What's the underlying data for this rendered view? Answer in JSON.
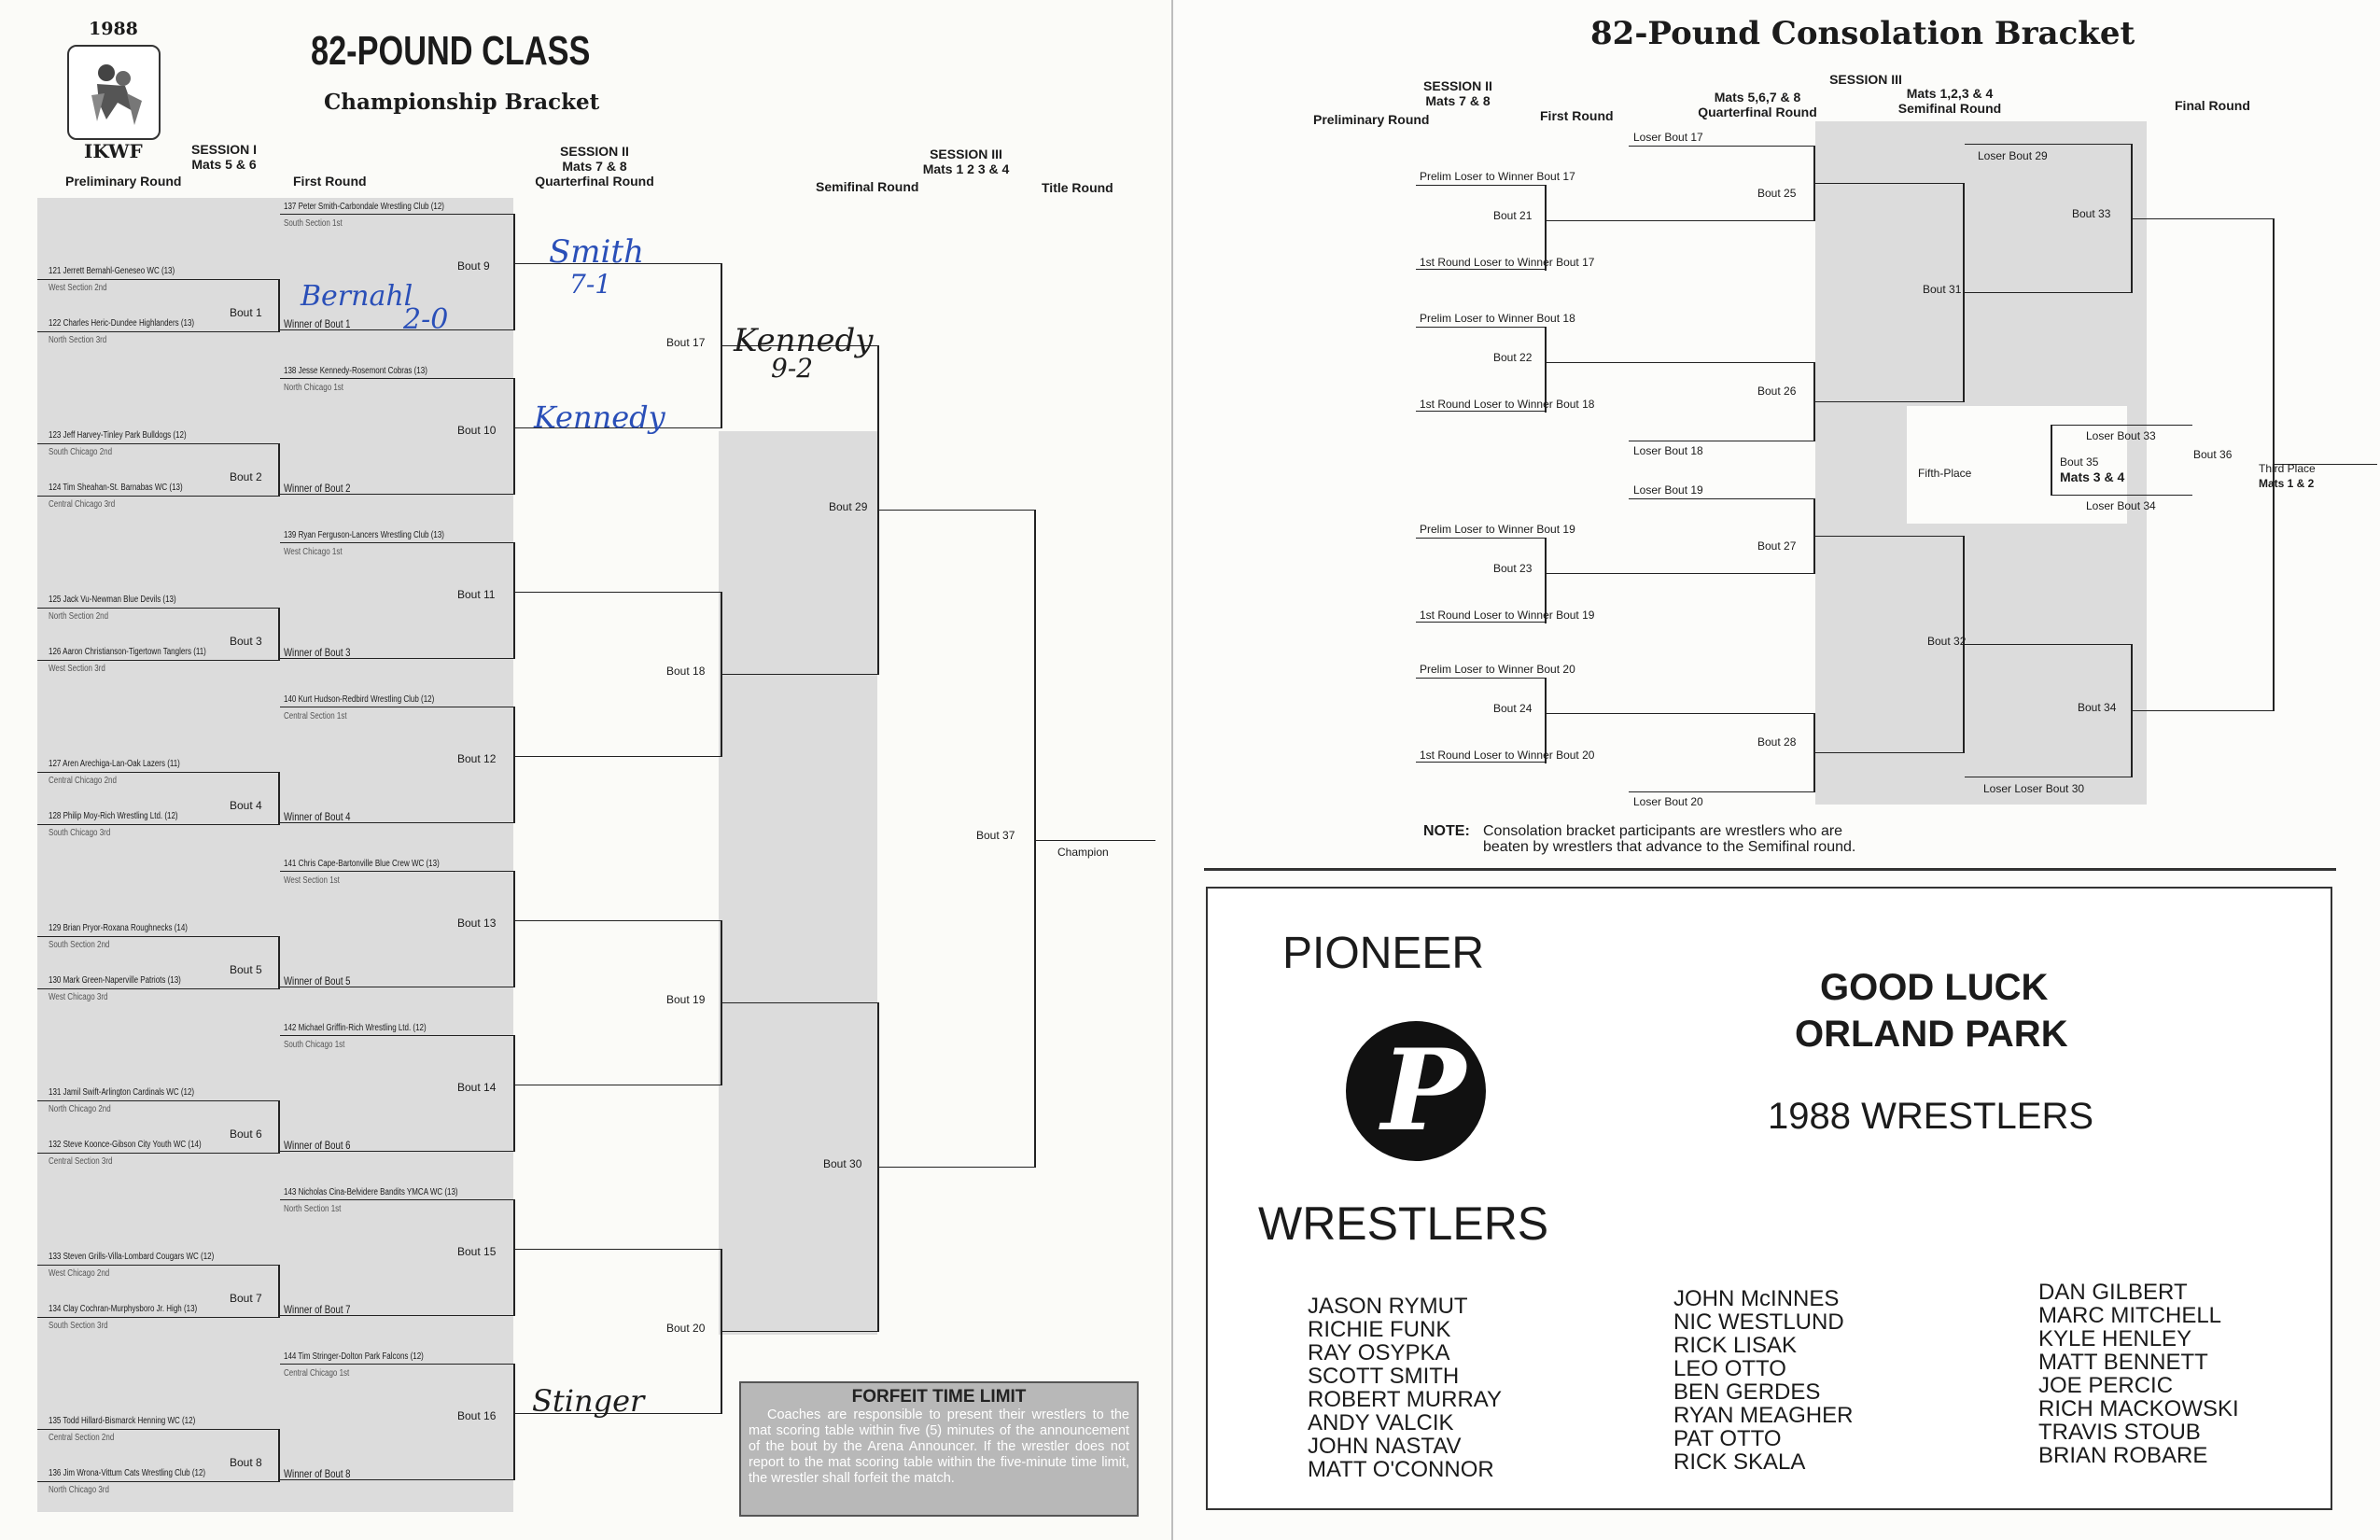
{
  "left_page": {
    "year": "1988",
    "org": "IKWF",
    "title": "82-POUND CLASS",
    "subtitle": "Championship Bracket",
    "headers": {
      "session1": "SESSION I",
      "session1_mats": "Mats 5 & 6",
      "prelim": "Preliminary Round",
      "first": "First Round",
      "session2": "SESSION II",
      "session2_mats": "Mats 7 & 8",
      "quarter": "Quarterfinal Round",
      "session3": "SESSION III",
      "session3_mats": "Mats 1 2 3 & 4",
      "semi": "Semifinal Round",
      "title_round": "Title Round"
    },
    "first_round_seeds": [
      {
        "name": "137 Peter Smith-Carbondale Wrestling Club (12)",
        "section": "South Section 1st",
        "bout": "Bout  9"
      },
      {
        "name": "138 Jesse Kennedy-Rosemont Cobras (13)",
        "section": "North Chicago 1st",
        "bout": "Bout 10"
      },
      {
        "name": "139 Ryan Ferguson-Lancers Wrestling Club (13)",
        "section": "West Chicago 1st",
        "bout": "Bout 11"
      },
      {
        "name": "140 Kurt Hudson-Redbird Wrestling Club (12)",
        "section": "Central Section 1st",
        "bout": "Bout 12"
      },
      {
        "name": "141 Chris Cape-Bartonville Blue Crew WC (13)",
        "section": "West Section 1st",
        "bout": "Bout 13"
      },
      {
        "name": "142 Michael Griffin-Rich Wrestling Ltd. (12)",
        "section": "South Chicago 1st",
        "bout": "Bout 14"
      },
      {
        "name": "143 Nicholas Cina-Belvidere Bandits YMCA WC (13)",
        "section": "North Section 1st",
        "bout": "Bout 15"
      },
      {
        "name": "144 Tim Stringer-Dolton Park Falcons (12)",
        "section": "Central Chicago 1st",
        "bout": "Bout 16"
      }
    ],
    "prelims": [
      {
        "a": "121 Jerrett Bernahl-Geneseo WC (13)",
        "a_sec": "West Section 2nd",
        "b": "122 Charles Heric-Dundee Highlanders (13)",
        "b_sec": "North Section 3rd",
        "bout": "Bout 1",
        "winner": "Winner of Bout 1"
      },
      {
        "a": "123 Jeff Harvey-Tinley Park Bulldogs (12)",
        "a_sec": "South Chicago 2nd",
        "b": "124 Tim Sheahan-St. Barnabas WC (13)",
        "b_sec": "Central Chicago 3rd",
        "bout": "Bout 2",
        "winner": "Winner of Bout 2"
      },
      {
        "a": "125 Jack Vu-Newman Blue Devils (13)",
        "a_sec": "North Section 2nd",
        "b": "126 Aaron Christianson-Tigertown Tanglers (11)",
        "b_sec": "West Section 3rd",
        "bout": "Bout 3",
        "winner": "Winner of Bout 3"
      },
      {
        "a": "127 Aren Arechiga-Lan-Oak Lazers (11)",
        "a_sec": "Central Chicago 2nd",
        "b": "128 Philip Moy-Rich Wrestling Ltd. (12)",
        "b_sec": "South Chicago 3rd",
        "bout": "Bout 4",
        "winner": "Winner of Bout 4"
      },
      {
        "a": "129 Brian Pryor-Roxana Roughnecks (14)",
        "a_sec": "South Section 2nd",
        "b": "130 Mark Green-Naperville Patriots (13)",
        "b_sec": "West Chicago 3rd",
        "bout": "Bout 5",
        "winner": "Winner of Bout 5"
      },
      {
        "a": "131 Jamil Swift-Arlington Cardinals WC (12)",
        "a_sec": "North Chicago 2nd",
        "b": "132 Steve Koonce-Gibson City Youth WC (14)",
        "b_sec": "Central Section 3rd",
        "bout": "Bout 6",
        "winner": "Winner of Bout 6"
      },
      {
        "a": "133 Steven Grills-Villa-Lombard Cougars WC (12)",
        "a_sec": "West Chicago 2nd",
        "b": "134 Clay Cochran-Murphysboro Jr. High (13)",
        "b_sec": "South Section 3rd",
        "bout": "Bout 7",
        "winner": "Winner of Bout 7"
      },
      {
        "a": "135 Todd Hillard-Bismarck Henning WC (12)",
        "a_sec": "Central Section 2nd",
        "b": "136 Jim Wrona-Vittum Cats Wrestling Club (12)",
        "b_sec": "North Chicago 3rd",
        "bout": "Bout 8",
        "winner": "Winner of Bout 8"
      }
    ],
    "quarter_bouts": [
      "Bout 17",
      "Bout 18",
      "Bout 19",
      "Bout 20"
    ],
    "semi_bouts": [
      "Bout 29",
      "Bout 30"
    ],
    "final_bout": "Bout 37",
    "champion": "Champion",
    "handwriting": {
      "bernahl": "Bernahl",
      "score1": "2-0",
      "smith": "Smith",
      "score2": "7-1",
      "kennedy_q": "Kennedy",
      "kennedy_s": "Kennedy",
      "score3": "9-2",
      "stinger": "Stinger"
    },
    "forfeit": {
      "title": "FORFEIT TIME LIMIT",
      "body": "Coaches are responsible to present their wrestlers to the mat scoring table within five (5) minutes of the announcement of the bout by the Arena Announcer. If the wrestler does not report to the mat scoring table within the five-minute time limit, the wrestler shall forfeit the match."
    }
  },
  "right_page": {
    "title": "82-Pound Consolation Bracket",
    "headers": {
      "session2": "SESSION II",
      "session2_mats": "Mats 7 & 8",
      "prelim": "Preliminary Round",
      "first": "First Round",
      "session3": "SESSION III",
      "mats_q": "Mats 5,6,7 & 8",
      "quarter": "Quarterfinal Round",
      "mats_s": "Mats 1,2,3 & 4",
      "semi": "Semifinal Round",
      "final": "Final Round"
    },
    "groups": [
      {
        "prelim": "Prelim Loser to Winner Bout 17",
        "bout_a": "Bout 21",
        "first_loser": "1st Round Loser to Winner Bout 17",
        "loser": "Loser Bout 17",
        "bout_b": "Bout 25"
      },
      {
        "prelim": "Prelim Loser to Winner Bout 18",
        "bout_a": "Bout 22",
        "first_loser": "1st Round Loser to Winner Bout 18",
        "loser": "Loser Bout 18",
        "bout_b": "Bout 26"
      },
      {
        "prelim": "Prelim Loser to Winner Bout 19",
        "bout_a": "Bout 23",
        "first_loser": "1st Round Loser to Winner Bout 19",
        "loser": "Loser Bout 19",
        "bout_b": "Bout 27"
      },
      {
        "prelim": "Prelim Loser to Winner Bout 20",
        "bout_a": "Bout 24",
        "first_loser": "1st Round Loser to Winner Bout 20",
        "loser": "Loser Bout 20",
        "bout_b": "Bout 28"
      }
    ],
    "bout31": "Bout 31",
    "bout32": "Bout 32",
    "loser29": "Loser Bout 29",
    "bout33": "Bout 33",
    "bout34": "Bout 34",
    "loser30": "Loser Loser Bout 30",
    "fifth": "Fifth-Place",
    "loser33": "Loser Bout 33",
    "bout35": "Bout 35",
    "mats34": "Mats 3 & 4",
    "loser34": "Loser Bout 34",
    "bout36": "Bout 36",
    "third": "Third Place",
    "mats12": "Mats 1 & 2",
    "note_label": "NOTE:",
    "note": "Consolation bracket participants are wrestlers who are",
    "note2": "beaten by wrestlers that advance to the Semifinal round.",
    "ad": {
      "pioneer": "PIONEER",
      "logo_letter": "P",
      "wrestlers": "WRESTLERS",
      "good_luck": "GOOD LUCK",
      "orland": "ORLAND PARK",
      "year_wrestlers": "1988 WRESTLERS",
      "col1": [
        "JASON RYMUT",
        "RICHIE FUNK",
        "RAY OSYPKA",
        "SCOTT SMITH",
        "ROBERT MURRAY",
        "ANDY VALCIK",
        "JOHN NASTAV",
        "MATT O'CONNOR"
      ],
      "col2": [
        "JOHN McINNES",
        "NIC WESTLUND",
        "RICK LISAK",
        "LEO OTTO",
        "BEN GERDES",
        "RYAN MEAGHER",
        "PAT OTTO",
        "RICK SKALA"
      ],
      "col3": [
        "DAN GILBERT",
        "MARC MITCHELL",
        "KYLE HENLEY",
        "MATT BENNETT",
        "JOE PERCIC",
        "RICH MACKOWSKI",
        "TRAVIS STOUB",
        "BRIAN ROBARE"
      ]
    }
  }
}
